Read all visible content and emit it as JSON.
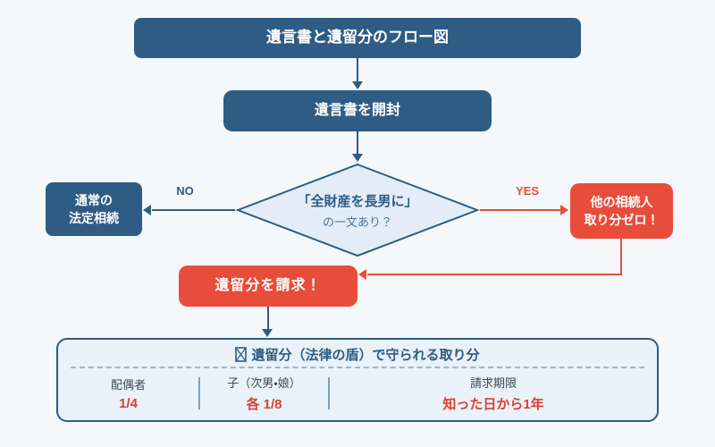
{
  "colors": {
    "navy": "#2e5c84",
    "red": "#e84c3b",
    "bg": "#f5f8fa",
    "diamond-fill": "#e4edf7",
    "panel-fill": "#e9f1f9",
    "muted-blue": "#4a7299",
    "label-gray": "#3c4a56",
    "value-red": "#dc4030"
  },
  "flowchart": {
    "title": "遺言書と遺留分のフロー図",
    "open_step": "遺言書を開封",
    "decision": {
      "line1": "「全財産を長男に」",
      "line2": "の一文あり？"
    },
    "no_branch": {
      "label": "NO",
      "result_line1": "通常の",
      "result_line2": "法定相続"
    },
    "yes_branch": {
      "label": "YES",
      "result_line1": "他の相続人",
      "result_line2": "取り分ゼロ！"
    },
    "claim_step": "遺留分を請求！"
  },
  "summary_panel": {
    "icon": "missing-glyph-box",
    "title": "遺留分（法律の盾）で守られる取り分",
    "columns": [
      {
        "label": "配偶者",
        "value": "1/4"
      },
      {
        "label": "子（次男・娘）",
        "value": "各 1/8"
      },
      {
        "label": "請求期限",
        "value": "知った日から1年"
      }
    ]
  }
}
